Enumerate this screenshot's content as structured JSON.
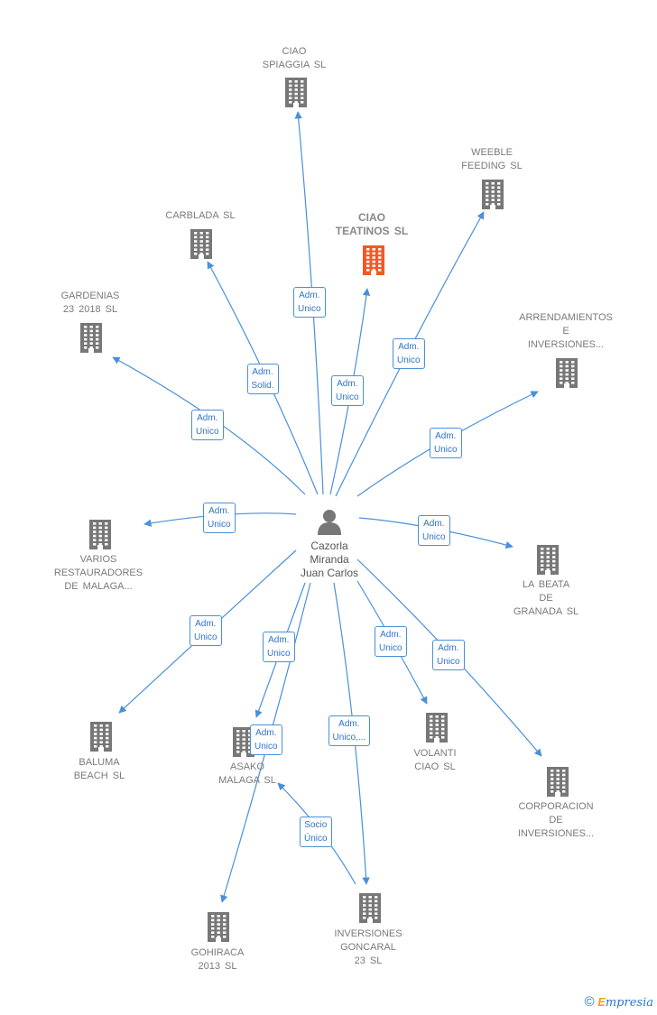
{
  "center": {
    "name": "Cazorla\nMiranda\nJuan Carlos",
    "icon": "person-icon"
  },
  "colors": {
    "edge": "#4a90d9",
    "building": "#777777",
    "focus": "#f05a28",
    "badge_text": "#2f74c8"
  },
  "nodes": [
    {
      "id": "ciao-spiaggia",
      "label": "CIAO\nSPIAGGIA  SL",
      "focus": false
    },
    {
      "id": "weeble-feeding",
      "label": "WEEBLE\nFEEDING  SL",
      "focus": false
    },
    {
      "id": "carblada",
      "label": "CARBLADA  SL",
      "focus": false
    },
    {
      "id": "ciao-teatinos",
      "label": "CIAO\nTEATINOS  SL",
      "focus": true
    },
    {
      "id": "gardenias",
      "label": "GARDENIAS\n23 2018  SL",
      "focus": false
    },
    {
      "id": "arrendamientos",
      "label": "ARRENDAMIENTOS\nE\nINVERSIONES...",
      "focus": false
    },
    {
      "id": "varios",
      "label": "VARIOS\nRESTAURADORES\nDE MALAGA...",
      "focus": false
    },
    {
      "id": "la-beata",
      "label": "LA BEATA\nDE\nGRANADA  SL",
      "focus": false
    },
    {
      "id": "baluma",
      "label": "BALUMA\nBEACH  SL",
      "focus": false
    },
    {
      "id": "asako",
      "label": "ASAKO\nMALAGA SL",
      "focus": false
    },
    {
      "id": "volanti",
      "label": "VOLANTI\nCIAO  SL",
      "focus": false
    },
    {
      "id": "corporacion",
      "label": "CORPORACION\nDE\nINVERSIONES...",
      "focus": false
    },
    {
      "id": "gohiraca",
      "label": "GOHIRACA\n2013 SL",
      "focus": false
    },
    {
      "id": "goncaral",
      "label": "INVERSIONES\nGONCARAL\n23  SL",
      "focus": false
    }
  ],
  "edges": [
    {
      "from": "center",
      "to": "ciao-spiaggia",
      "label": "Adm.\nUnico"
    },
    {
      "from": "center",
      "to": "weeble-feeding",
      "label": "Adm.\nUnico"
    },
    {
      "from": "center",
      "to": "carblada",
      "label": "Adm.\nSolid."
    },
    {
      "from": "center",
      "to": "ciao-teatinos",
      "label": "Adm.\nUnico"
    },
    {
      "from": "center",
      "to": "gardenias",
      "label": "Adm.\nUnico"
    },
    {
      "from": "center",
      "to": "arrendamientos",
      "label": "Adm.\nUnico"
    },
    {
      "from": "center",
      "to": "varios",
      "label": "Adm.\nUnico"
    },
    {
      "from": "center",
      "to": "la-beata",
      "label": "Adm.\nUnico"
    },
    {
      "from": "center",
      "to": "baluma",
      "label": "Adm.\nUnico"
    },
    {
      "from": "center",
      "to": "asako",
      "label": "Adm.\nUnico"
    },
    {
      "from": "center",
      "to": "volanti",
      "label": "Adm.\nUnico"
    },
    {
      "from": "center",
      "to": "corporacion",
      "label": "Adm.\nUnico"
    },
    {
      "from": "center",
      "to": "gohiraca",
      "label": "Adm.\nUnico"
    },
    {
      "from": "center",
      "to": "goncaral",
      "label": "Adm.\nUnico,..."
    },
    {
      "from": "goncaral",
      "to": "asako",
      "label": "Socio\nÚnico"
    }
  ],
  "brand": {
    "symbol": "©",
    "initial": "E",
    "rest": "mpresia"
  }
}
